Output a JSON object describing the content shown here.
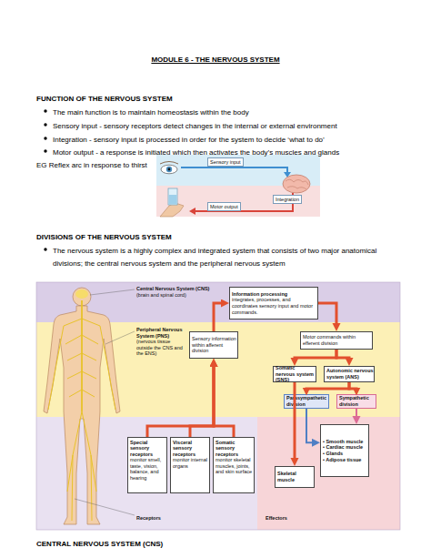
{
  "diagram": {
    "title": "MODULE 6 - THE NERVOUS SYSTEM",
    "nodes": [
      {
        "text": [
          "Central Nervous System (CNS)",
          "(brain and spinal cord)"
        ]
      },
      {
        "text": [
          "Information processing",
          "integrates, processes, and coordinates sensory input and motor commands."
        ],
        "in": 0
      },
      {
        "text": [
          "Peripheral Nervous System (PNS)",
          "(nervous tissue outside the CNS and the ENS)"
        ]
      },
      {
        "text": [
          "Sensory information within afferent division"
        ],
        "in": 2
      },
      {
        "text": [
          "Motor commands within efferent division"
        ],
        "in": 2
      },
      {
        "text": [
          "Somatic nervous system (SNS)"
        ],
        "in": 2
      },
      {
        "text": [
          "Autonomic nervous system (ANS)"
        ],
        "in": 2
      },
      {
        "text": [
          "Parasympathetic division"
        ],
        "in": 2
      },
      {
        "text": [
          "Sympathetic division"
        ],
        "in": 2
      },
      {
        "text": [
          "Receptors"
        ]
      },
      {
        "text": [
          "Special sensory receptors",
          "monitor smell, taste, vision, balance, and hearing"
        ],
        "in": 9
      },
      {
        "text": [
          "Visceral sensory receptors",
          "monitor internal organs"
        ],
        "in": 9
      },
      {
        "text": [
          "Somatic sensory receptors",
          "monitor skeletal muscles, joints, and skin surface"
        ],
        "in": 9
      },
      {
        "text": [
          "Effectors"
        ]
      },
      {
        "text": [
          "Skeletal muscle"
        ],
        "in": 13
      },
      {
        "text": [
          "• Smooth muscle",
          "• Cardiac muscle",
          "• Glands",
          "• Adipose tissue"
        ],
        "in": 13
      }
    ],
    "edges": [
      {
        "from": 10,
        "to": 3,
        "arrow": "to"
      },
      {
        "from": 11,
        "to": 3,
        "arrow": "to"
      },
      {
        "from": 12,
        "to": 3,
        "arrow": "to"
      },
      {
        "from": 3,
        "to": 1,
        "arrow": "to"
      },
      {
        "from": 1,
        "to": 4,
        "arrow": "to"
      },
      {
        "from": 4,
        "to": 5,
        "arrow": "to"
      },
      {
        "from": 4,
        "to": 6,
        "arrow": "to"
      },
      {
        "from": 5,
        "to": 14,
        "arrow": "to"
      },
      {
        "from": 6,
        "to": 7,
        "arrow": "to"
      },
      {
        "from": 6,
        "to": 8,
        "arrow": "to"
      },
      {
        "from": 7,
        "to": 15,
        "arrow": "to"
      },
      {
        "from": 8,
        "to": 15,
        "arrow": "to"
      }
    ],
    "labels": [
      "FUNCTION OF THE NERVOUS SYSTEM",
      "The main function is to maintain homeostasis within the body",
      "Sensory input - sensory receptors detect changes in the internal or external environment",
      "Integration - sensory input is processed in order for the system to decide ‘what to do’",
      "Motor output - a response is initiated which then activates the body’s muscles and glands",
      "EG Reflex arc in response to thirst",
      "Sensory input",
      "Integration",
      "Motor output",
      "DIVISIONS OF THE NERVOUS SYSTEM",
      "The nervous system is a highly complex and integrated system that consists of two major anatomical divisions; the central nervous system and the peripheral nervous system",
      "CENTRAL NERVOUS SYSTEM (CNS)"
    ]
  }
}
